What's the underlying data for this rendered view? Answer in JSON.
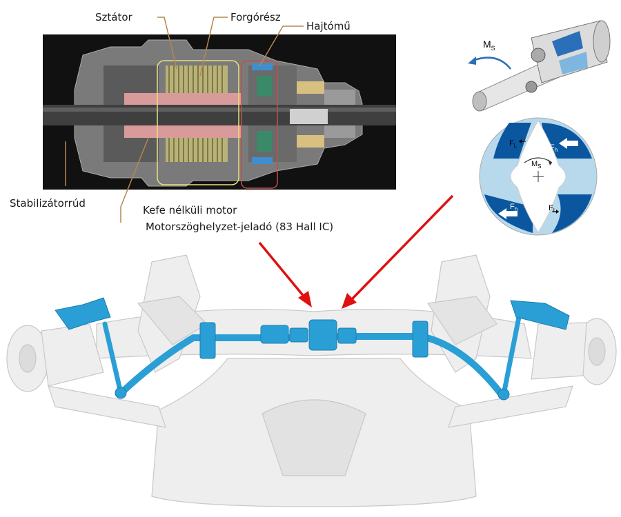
{
  "labels": {
    "stator": "Sztátor",
    "rotor": "Forgórész",
    "gearbox": "Hajtómű",
    "stabilizer_bar": "Stabilizátorrúd",
    "brushless_motor": "Kefe nélküli motor",
    "position_sensor": "Motorszöghelyzet-jeladó (83 Hall IC)"
  },
  "inset_labels": {
    "torque_top": "M",
    "torque_top_sub": "S",
    "torque_center": "M",
    "torque_center_sub": "S",
    "fl_top": "F",
    "fl_top_sub": "L",
    "fh_top": "F",
    "fh_top_sub": "h",
    "fh_bottom": "F",
    "fh_bottom_sub": "h",
    "fl_bottom": "F",
    "fl_bottom_sub": "L"
  },
  "colors": {
    "stabilizer_blue": "#2a9fd6",
    "arrow_red": "#e01010",
    "cutaway_bg": "#111111",
    "stator_outline": "#e8e27a",
    "gear_outline": "#c0504d",
    "chamber_dark": "#0a57a0",
    "chamber_light": "#9ccde8"
  }
}
